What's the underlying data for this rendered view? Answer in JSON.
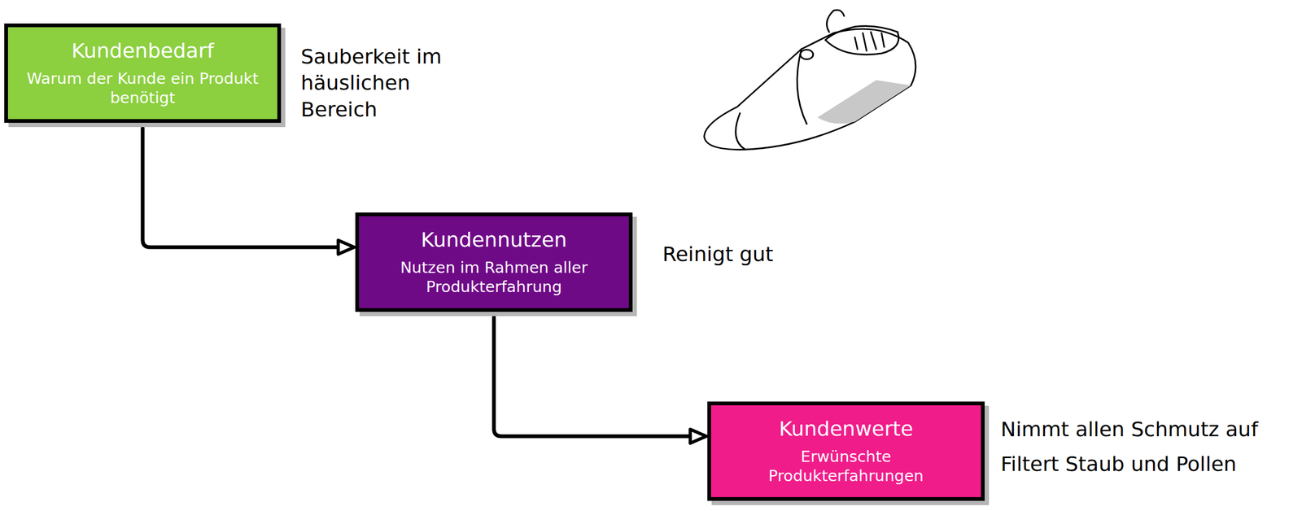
{
  "diagram": {
    "nodes": [
      {
        "text": [
          "Kundenbedarf",
          "Warum der Kunde ein Produkt benötigt"
        ]
      },
      {
        "text": [
          "Kundennutzen",
          "Nutzen im Rahmen aller Produkterfahrung"
        ]
      },
      {
        "text": [
          "Kundenwerte",
          "Erwünschte Produkterfahrungen"
        ]
      }
    ],
    "edges": [
      {
        "from": 0,
        "to": 1,
        "arrow": "to"
      },
      {
        "from": 1,
        "to": 2,
        "arrow": "to"
      }
    ],
    "labels": [
      "Sauberkeit im häuslichen Bereich",
      "Reinigt gut",
      "Nimmt allen Schmutz auf",
      "Filtert Staub und Pollen"
    ]
  }
}
